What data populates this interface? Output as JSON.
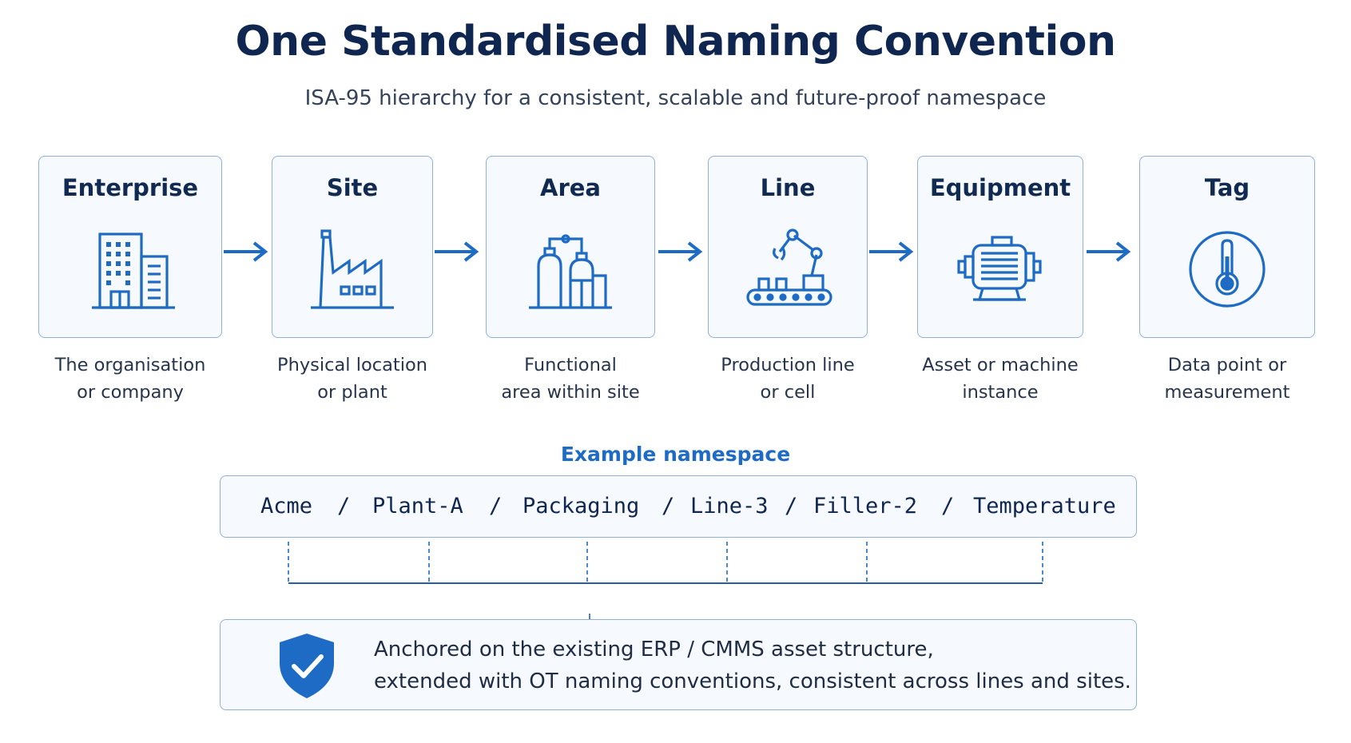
{
  "header": {
    "title": "One Standardised Naming Convention",
    "subtitle": "ISA-95 hierarchy for a consistent, scalable and future-proof namespace"
  },
  "levels": [
    {
      "title": "Enterprise",
      "icon": "office-building-icon",
      "desc_line1": "The organisation",
      "desc_line2": "or company"
    },
    {
      "title": "Site",
      "icon": "factory-icon",
      "desc_line1": "Physical location",
      "desc_line2": "or plant"
    },
    {
      "title": "Area",
      "icon": "tanks-icon",
      "desc_line1": "Functional",
      "desc_line2": "area within site"
    },
    {
      "title": "Line",
      "icon": "robot-arm-conveyor-icon",
      "desc_line1": "Production line",
      "desc_line2": "or cell"
    },
    {
      "title": "Equipment",
      "icon": "motor-icon",
      "desc_line1": "Asset or machine",
      "desc_line2": "instance"
    },
    {
      "title": "Tag",
      "icon": "thermometer-icon",
      "desc_line1": "Data point or",
      "desc_line2": "measurement"
    }
  ],
  "example": {
    "label": "Example namespace",
    "separator": "/",
    "segments": [
      "Acme",
      "Plant-A",
      "Packaging",
      "Line-3",
      "Filler-2",
      "Temperature"
    ]
  },
  "note": {
    "icon": "shield-check-icon",
    "line1": "Anchored on the existing ERP / CMMS asset structure,",
    "line2": "extended with OT naming conventions, consistent across lines and sites."
  },
  "colors": {
    "accent": "#1d6bc4",
    "title": "#0f2650",
    "card_border": "#8fb0dc",
    "card_bg": "#f6f9fd"
  }
}
